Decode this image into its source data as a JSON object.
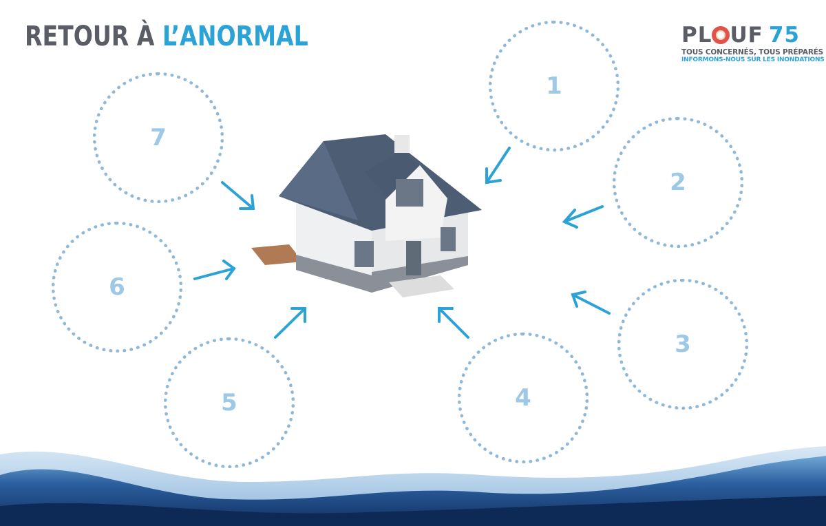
{
  "title": {
    "part1": "RETOUR À",
    "part2": "L’ANORMAL"
  },
  "logo": {
    "left": "PL",
    "right": "UF",
    "number": "75",
    "tagline": "TOUS CONCERNÉS, TOUS PRÉPARÉS",
    "subtitle": "INFORMONS-NOUS SUR LES INONDATIONS"
  },
  "steps": [
    "1",
    "2",
    "3",
    "4",
    "5",
    "6",
    "7"
  ],
  "colors": {
    "accent": "#2ba3d6",
    "gray": "#5a5c66"
  }
}
